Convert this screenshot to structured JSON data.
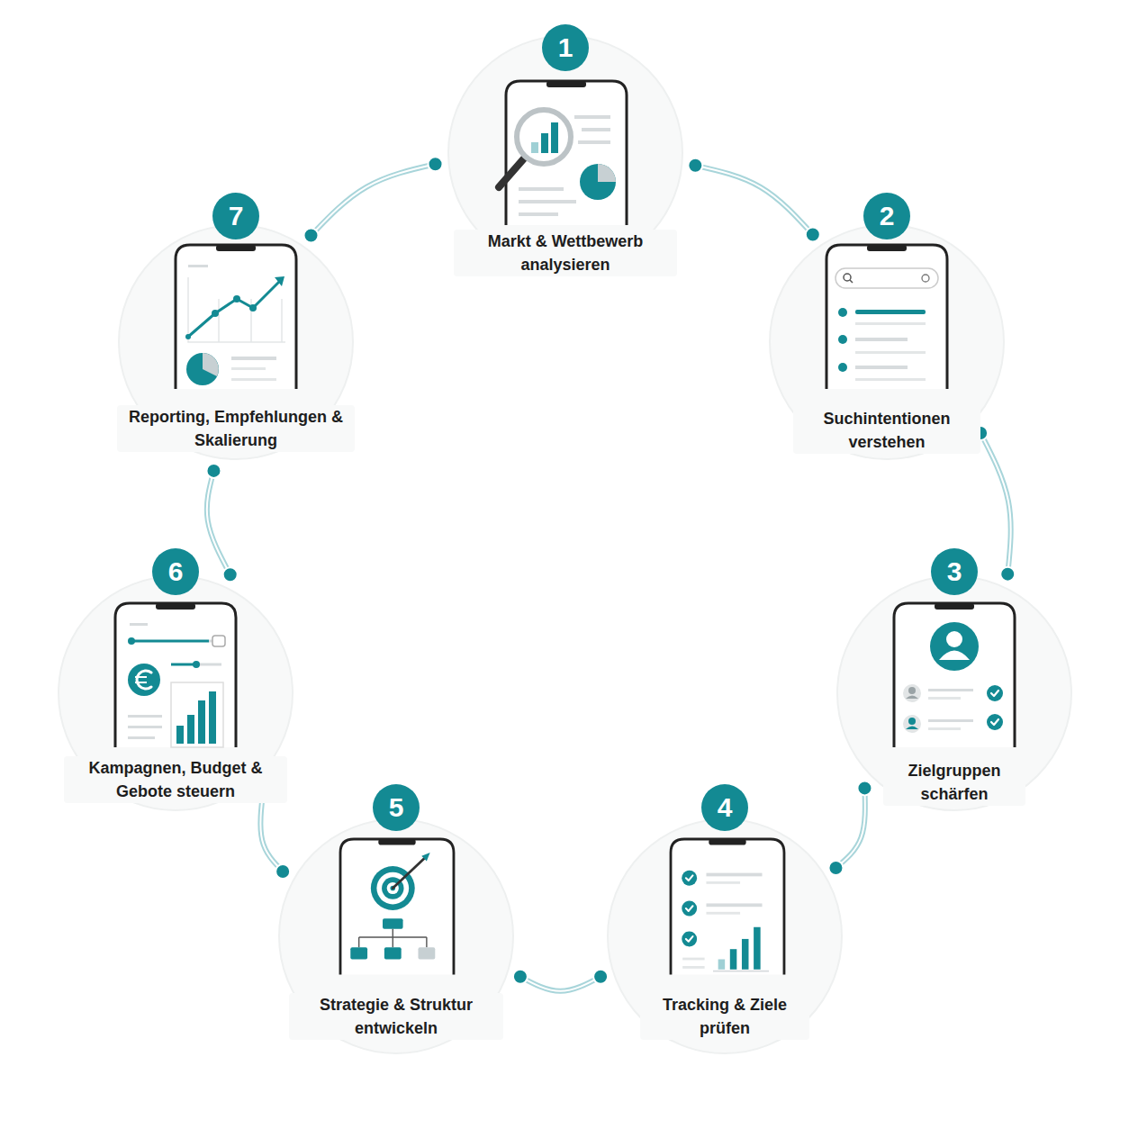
{
  "diagram": {
    "nodes": [
      {
        "text": [
          "1",
          "Markt & Wettbewerb analysieren"
        ]
      },
      {
        "text": [
          "2",
          "Suchintentionen verstehen"
        ]
      },
      {
        "text": [
          "3",
          "Zielgruppen schärfen"
        ]
      },
      {
        "text": [
          "4",
          "Tracking & Ziele prüfen"
        ]
      },
      {
        "text": [
          "5",
          "Strategie & Struktur entwickeln"
        ]
      },
      {
        "text": [
          "6",
          "Kampagnen, Budget & Gebote steuern"
        ]
      },
      {
        "text": [
          "7",
          "Reporting, Empfehlungen & Skalierung"
        ]
      }
    ],
    "edges": [
      {
        "from": 0,
        "to": 1,
        "arrow": "none"
      },
      {
        "from": 1,
        "to": 2,
        "arrow": "none"
      },
      {
        "from": 2,
        "to": 3,
        "arrow": "none"
      },
      {
        "from": 3,
        "to": 4,
        "arrow": "none"
      },
      {
        "from": 4,
        "to": 5,
        "arrow": "none"
      },
      {
        "from": 5,
        "to": 6,
        "arrow": "none"
      },
      {
        "from": 6,
        "to": 0,
        "arrow": "none"
      }
    ]
  }
}
